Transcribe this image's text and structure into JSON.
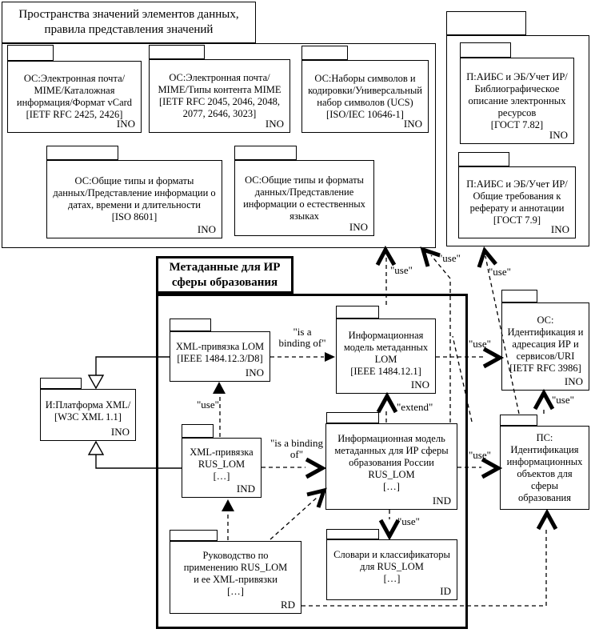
{
  "groups": {
    "value_spaces": {
      "title": "Пространства значений элементов данных,\nправила представления значений"
    },
    "library": {
      "title": ""
    },
    "metadata": {
      "title": "Метаданные для ИР\nсферы образования"
    }
  },
  "packages": {
    "vcard": {
      "text": "ОС:Электронная почта/\nMIME/Каталожная\nинформация/Формат vCard\n[IETF RFC 2425, 2426]",
      "code": "INO"
    },
    "mime_types": {
      "text": "ОС:Электронная почта/\nMIME/Типы контента MIME\n[IETF RFC 2045, 2046, 2048,\n2077, 2646, 3023]",
      "code": "INO"
    },
    "ucs": {
      "text": "ОС:Наборы символов и\nкодировки/Универсальный\nнабор символов (UCS)\n[ISO/IEC 10646-1]",
      "code": "INO"
    },
    "date_time": {
      "text": "ОС:Общие типы и форматы\nданных/Представление информации о\nдатах, времени и длительности\n[ISO 8601]",
      "code": "INO"
    },
    "languages": {
      "text": "ОС:Общие типы и форматы\nданных/Представление\nинформации о естественных\nязыках",
      "code": "INO"
    },
    "bibliographic": {
      "text": "П:АИБС и ЭБ/Учет ИР/\nБиблиографическое\nописание электронных\nресурсов\n[ГОСТ 7.82]",
      "code": "INO"
    },
    "abstracts": {
      "text": "П:АИБС и ЭБ/Учет ИР/\nОбщие требования к\nреферату и аннотации\n[ГОСТ 7.9]",
      "code": "INO"
    },
    "xml_lom": {
      "text": "XML-привязка LOM\n[IEEE 1484.12.3/D8]",
      "code": "INO"
    },
    "lom_model": {
      "text": "Информационная\nмодель метаданных\nLOM\n[IEEE 1484.12.1]",
      "code": "INO"
    },
    "xml_ruslom": {
      "text": "XML-привязка\nRUS_LOM\n[…]",
      "code": "IND"
    },
    "ruslom_model": {
      "text": "Информационная модель\nметаданных для ИР сферы\nобразования России\nRUS_LOM\n[…]",
      "code": "IND"
    },
    "usage_guide": {
      "text": "Руководство по\nприменению RUS_LOM\nи ее XML-привязки\n[…]",
      "code": "RD"
    },
    "vocabularies": {
      "text": "Словари и классификаторы\nдля RUS_LOM\n[…]",
      "code": "ID"
    },
    "xml_platform": {
      "text": "И:Платформа XML/\n[W3C XML 1.1]",
      "code": "INO"
    },
    "uri": {
      "text": "ОС:\nИдентификация и\nадресация ИР и\nсервисов/URI\n[IETF RFC 3986]",
      "code": "INO"
    },
    "ps_ident": {
      "text": "ПС:\nИдентификация\nинформационных\nобъектов для\nсферы\nобразования",
      "code": ""
    }
  },
  "edge_labels": {
    "use_topleft_from_lom_model": "\"use\"",
    "use_topleft_from_ruslom_model": "\"use\"",
    "use_topright_from_ps": "\"use\"",
    "use_uri_from_lom_model": "\"use\"",
    "use_uri_from_ps": "\"use\"",
    "use_ps_from_ruslom_model": "\"use\"",
    "use_vocab_from_ruslom_model": "\"use\"",
    "use_xml_lom_from_xml_ruslom": "\"use\"",
    "extend": "\"extend\"",
    "binding_lom": "\"is a\nbinding of\"",
    "binding_ruslom": "\"is a binding\nof\""
  },
  "colors": {
    "ink": "#000000",
    "paper": "#ffffff"
  }
}
